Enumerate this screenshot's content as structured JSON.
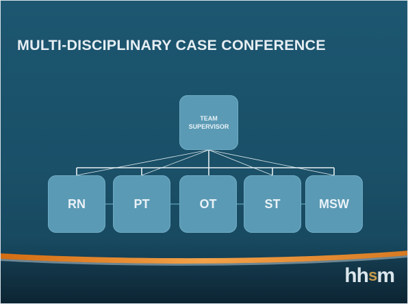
{
  "slide": {
    "title": "MULTI-DISCIPLINARY CASE CONFERENCE"
  },
  "org_chart": {
    "top": {
      "line1": "TEAM",
      "line2": "SUPERVISOR"
    },
    "members": [
      "RN",
      "PT",
      "OT",
      "ST",
      "MSW"
    ]
  },
  "logo": {
    "part1": "h",
    "part2": "h",
    "part3": "s",
    "part4": "m"
  },
  "colors": {
    "background": "#1a5068",
    "box": "#5b9ab4",
    "accent_orange": "#e07a1f",
    "title_text": "#e6eef3"
  }
}
